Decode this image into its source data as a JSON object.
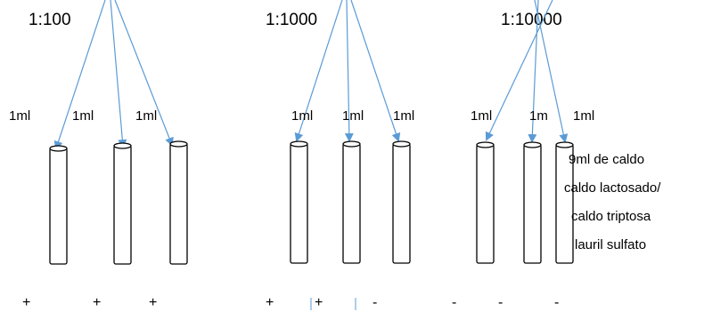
{
  "diagram": {
    "dilutions": [
      "1:100",
      "1:1000",
      "1:10000"
    ],
    "volume_labels": [
      "1ml",
      "1ml",
      "1ml",
      "1ml",
      "1ml",
      "1ml",
      "1ml",
      "1m",
      "1ml"
    ],
    "results": [
      "+",
      "+",
      "+",
      "+",
      "+",
      "-",
      "-",
      "-",
      "-"
    ],
    "note_lines": [
      "9ml de caldo",
      "caldo lactosado/",
      "caldo triptosa",
      "lauril sulfato"
    ],
    "arrow_color": "#5b9bd5"
  }
}
